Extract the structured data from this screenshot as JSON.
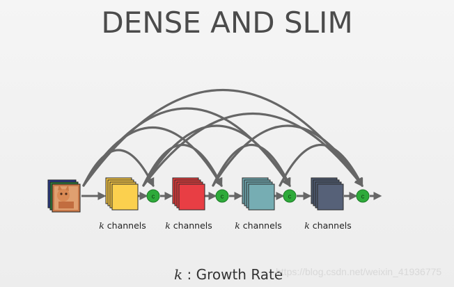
{
  "title": "DENSE AND SLIM",
  "layers": [
    {
      "var": "k",
      "label": "channels",
      "color": "#f5c542"
    },
    {
      "var": "k",
      "label": "channels",
      "color": "#e23a3a"
    },
    {
      "var": "k",
      "label": "channels",
      "color": "#6fa6ad"
    },
    {
      "var": "k",
      "label": "channels",
      "color": "#4e5a70"
    }
  ],
  "concat_symbol": "c",
  "caption": {
    "var": "k",
    "text": ": Growth Rate"
  },
  "watermark": "https://blog.csdn.net/weixin_41936775",
  "colors": {
    "arrow": "#666666",
    "concat": "#2eaa3a"
  }
}
